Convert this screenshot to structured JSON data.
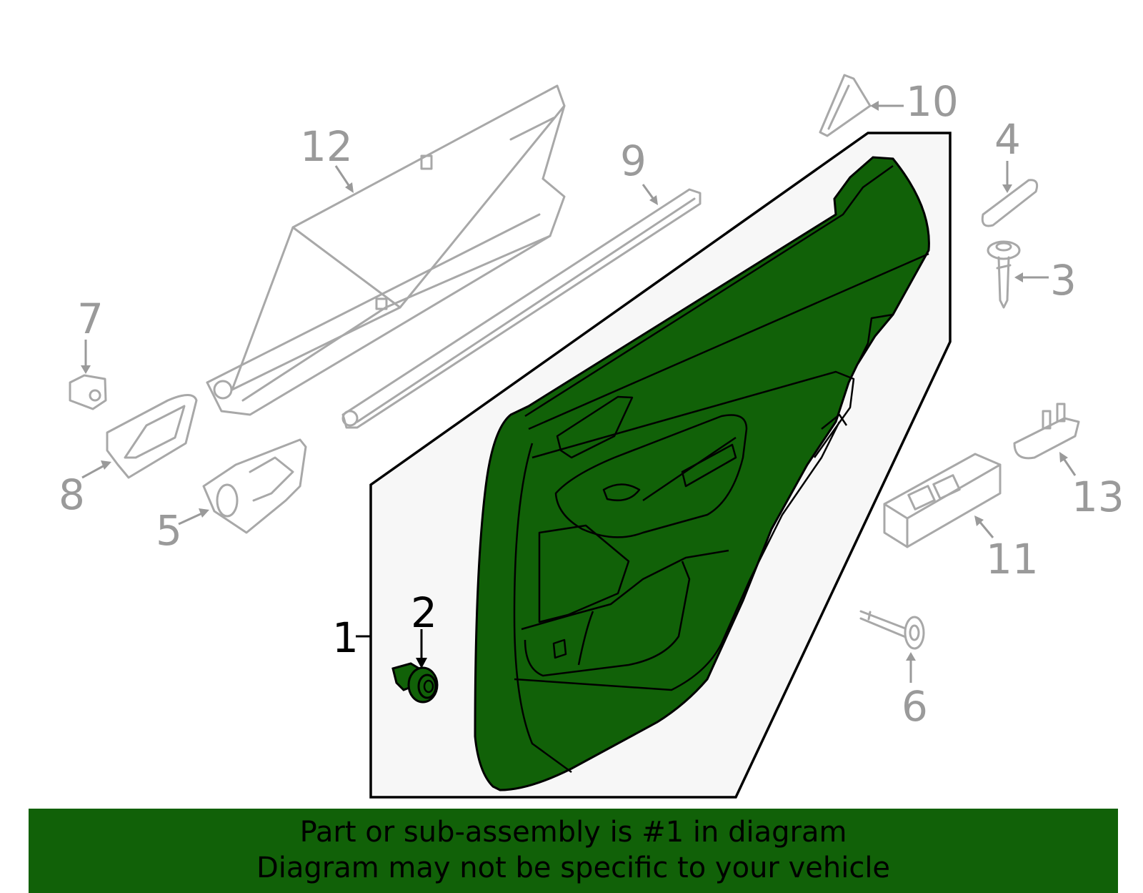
{
  "banner": {
    "line1": "Part or sub-assembly is #1 in diagram",
    "line2": "Diagram may not be specific to your vehicle"
  },
  "colors": {
    "highlight": "#116108",
    "outline_box_fill": "#f7f7f7",
    "ghost_part": "#a8a8a8"
  },
  "callouts": {
    "c1": "1",
    "c2": "2",
    "c3": "3",
    "c4": "4",
    "c5": "5",
    "c6": "6",
    "c7": "7",
    "c8": "8",
    "c9": "9",
    "c10": "10",
    "c11": "11",
    "c12": "12",
    "c13": "13"
  }
}
